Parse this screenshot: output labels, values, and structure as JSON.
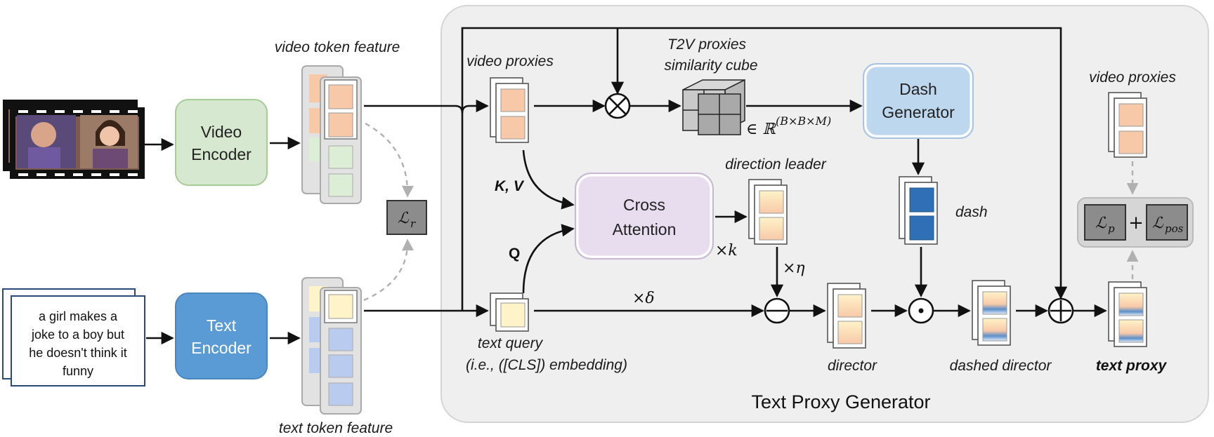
{
  "inputs": {
    "text_sentence": [
      "a girl makes a",
      "joke to a boy but",
      "he doesn't think it",
      "funny"
    ]
  },
  "blocks": {
    "video_encoder": [
      "Video",
      "Encoder"
    ],
    "text_encoder": [
      "Text",
      "Encoder"
    ],
    "dash_generator": [
      "Dash",
      "Generator"
    ],
    "cross_attention": [
      "Cross",
      "Attention"
    ]
  },
  "labels": {
    "video_token_feature": "video token feature",
    "text_token_feature": "text token feature",
    "video_proxies": "video proxies",
    "video_proxies_right": "video proxies",
    "t2v_line1": "T2V proxies",
    "t2v_line2": "similarity cube",
    "direction_leader": "direction leader",
    "dash": "dash",
    "kv": "K, V",
    "q": "Q",
    "text_query_line1": "text query",
    "text_query_line2": "(i.e., ([CLS]) embedding)",
    "director": "director",
    "dashed_director": "dashed director",
    "text_proxy": "text proxy",
    "panel_title": "Text Proxy Generator"
  },
  "math": {
    "loss_r_main": "ℒ",
    "loss_r_sub": "r",
    "loss_p_main": "ℒ",
    "loss_p_sub": "p",
    "plus": "+",
    "loss_pos_main": "ℒ",
    "loss_pos_sub": "pos",
    "cube_space": "∈ ℝ",
    "cube_dims": "(B×B×M)",
    "times_k": "×k",
    "times_eta": "×η",
    "times_delta": "×δ"
  },
  "colors": {
    "panel_bg": "#efefef",
    "video_encoder": "#d6e8cf",
    "text_encoder": "#5b9bd5",
    "dash_generator": "#bdd7ee",
    "cross_attention": "#e8dcef",
    "video_token": "#f8c9a8",
    "video_token_green": "#dcefd6",
    "text_token": "#b9cbee",
    "text_query": "#fff3c9",
    "dash_token": "#2e6fb5"
  }
}
